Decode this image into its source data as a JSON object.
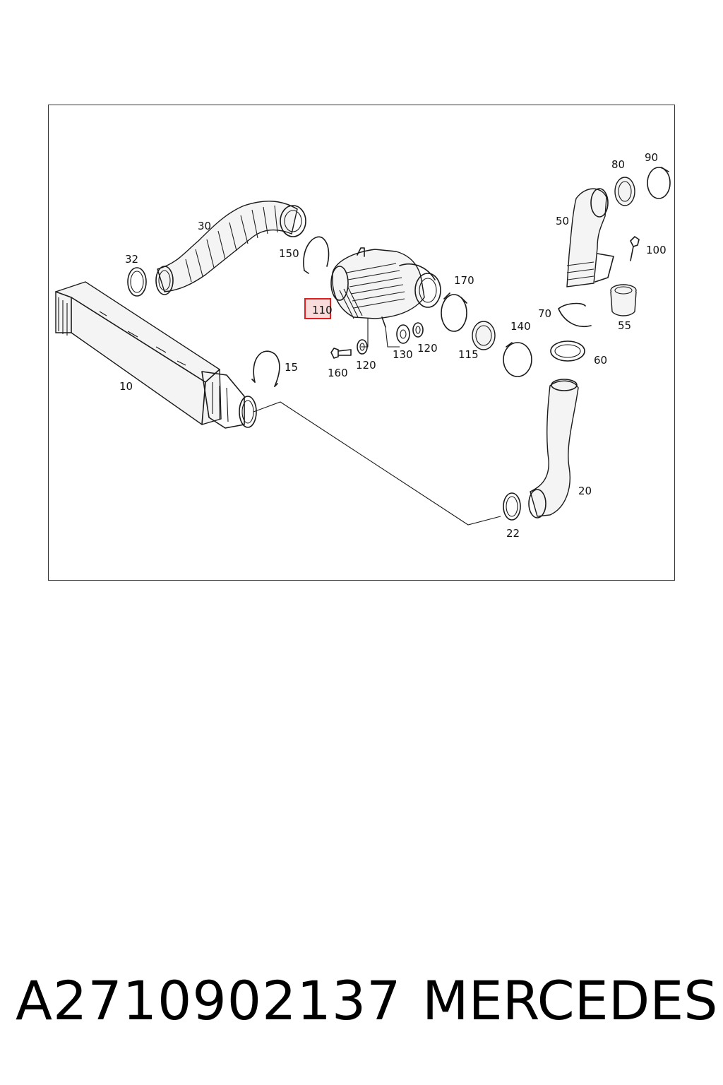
{
  "diagram": {
    "labels": {
      "p10": "10",
      "p15": "15",
      "p20": "20",
      "p22": "22",
      "p30": "30",
      "p32": "32",
      "p50": "50",
      "p55": "55",
      "p60": "60",
      "p70": "70",
      "p80": "80",
      "p90": "90",
      "p100": "100",
      "p110": "110",
      "p115": "115",
      "p120a": "120",
      "p120b": "120",
      "p130": "130",
      "p140": "140",
      "p150": "150",
      "p160": "160",
      "p170": "170"
    },
    "highlighted_part": "110",
    "highlight_color": "#e02020",
    "highlight_fill": "#f7d6d6"
  },
  "caption": {
    "part_number": "A2710902137",
    "brand": "MERCEDES"
  }
}
